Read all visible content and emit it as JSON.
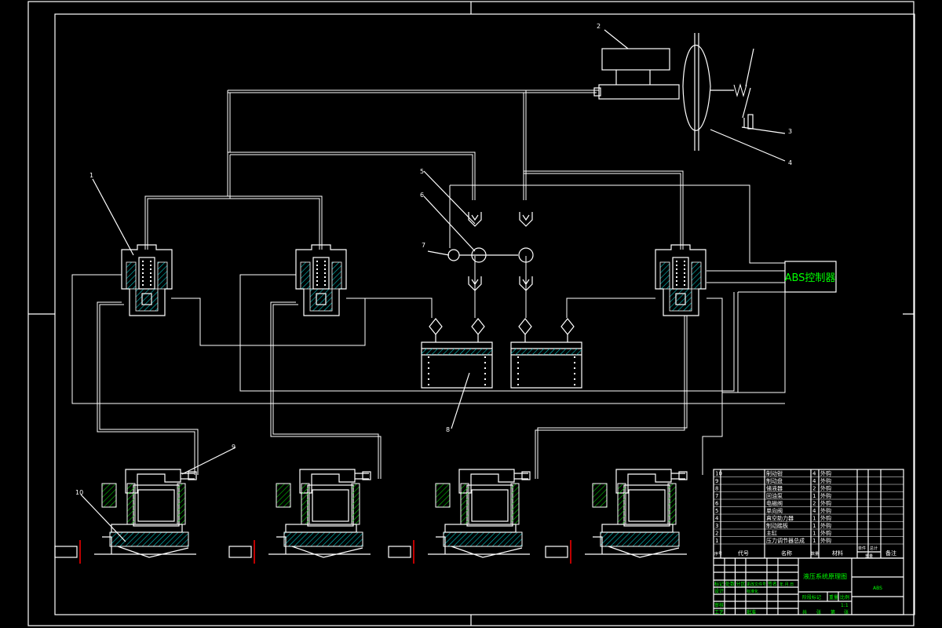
{
  "controller_label": "ABS控制器",
  "callouts": [
    "1",
    "2",
    "3",
    "4",
    "5",
    "6",
    "7",
    "8",
    "9",
    "10"
  ],
  "parts_list": [
    {
      "no": "10",
      "name": "制动钳",
      "qty": "4",
      "material": "外购"
    },
    {
      "no": "9",
      "name": "制动盘",
      "qty": "4",
      "material": "外购"
    },
    {
      "no": "8",
      "name": "储液器",
      "qty": "2",
      "material": "外购"
    },
    {
      "no": "7",
      "name": "回油泵",
      "qty": "1",
      "material": "外购"
    },
    {
      "no": "6",
      "name": "电磁阀",
      "qty": "2",
      "material": "外购"
    },
    {
      "no": "5",
      "name": "单向阀",
      "qty": "4",
      "material": "外购"
    },
    {
      "no": "4",
      "name": "真空助力器",
      "qty": "1",
      "material": "外购"
    },
    {
      "no": "3",
      "name": "制动踏板",
      "qty": "1",
      "material": "外购"
    },
    {
      "no": "2",
      "name": "主缸",
      "qty": "1",
      "material": "外购"
    },
    {
      "no": "1",
      "name": "压力调节器总成",
      "qty": "1",
      "material": "外购"
    }
  ],
  "parts_header": {
    "no": "序号",
    "code": "代号",
    "name": "名称",
    "qty": "数量",
    "material": "材料",
    "single": "单件",
    "total": "总计",
    "weight": "重量",
    "remark": "备注"
  },
  "title_block": {
    "drawing_title": "液压系统原理图",
    "code": "ABS",
    "row1": [
      "标记",
      "处数",
      "分区",
      "更改文件号",
      "签名",
      "年.月.日"
    ],
    "design": "设计",
    "standard": "标准化",
    "review": "审核",
    "process": "工艺",
    "approve": "批准",
    "stage": "阶段标记",
    "weight": "重量",
    "scale": "比例",
    "scale_value": "1:1",
    "sheets": [
      "共",
      "张",
      "第",
      "张"
    ]
  },
  "colors": {
    "background": "#000000",
    "lines": "#ffffff",
    "text": "#00ff00",
    "hatch": "#00c8c8",
    "centerline": "#ff0000"
  }
}
